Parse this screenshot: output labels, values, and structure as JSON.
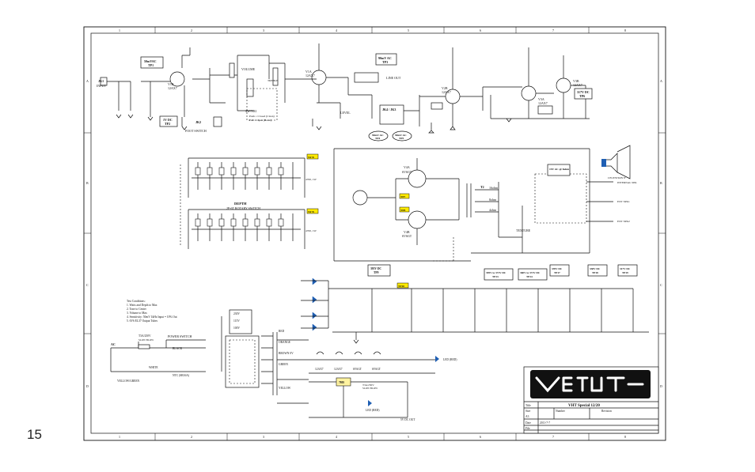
{
  "page_number": "15",
  "frame": {
    "col_labels_top": [
      "1",
      "2",
      "3",
      "4",
      "5",
      "6",
      "7",
      "8"
    ],
    "col_labels_bottom": [
      "1",
      "2",
      "3",
      "4",
      "5",
      "6",
      "7",
      "8"
    ],
    "row_labels": [
      "A",
      "B",
      "C",
      "D"
    ]
  },
  "title_block": {
    "title_label": "Title",
    "title": "VHT Special 12/20",
    "size_label": "Size",
    "size": "A3",
    "number_label": "Number",
    "revision_label": "Revision",
    "date_label": "Date",
    "date": "2011-7-7",
    "file_label": "File",
    "logo_text": "VHT"
  },
  "preamp": {
    "input_jack": "JK1",
    "input_label": "INPUT",
    "tp1": "50mVAC",
    "tp1_id": "TP1",
    "v1b": "V1B",
    "v1b_type": "12AX7",
    "tp2_volt": "1V DC",
    "tp2_id": "TP2",
    "volume_label": "VOLUME",
    "treble_label": "TREBLE",
    "foot_switch": "FOOT SWITCH",
    "jk2": "JK2",
    "relay_note_1": "Push = Closed (Clean)",
    "relay_note_2": "Pull = Open (Boost)",
    "sw_label": "SW/VR1",
    "v1a": "V1A",
    "v1a_type": "12AX7",
    "tp3_volt": "90mV AC",
    "tp3_id": "TP3",
    "line_out": "LINE OUT",
    "level_label": "LEVEL",
    "tp4": "TP4",
    "tp5_volt": "90mV AC",
    "tp5_id": "TP5",
    "effect_loop": "JK4 / JK3",
    "v2b": "V2B",
    "v2b_type": "12AX7",
    "v3a": "V3A",
    "v3a_type": "12AX7",
    "v3b": "V3B",
    "v3b_type": "12AX7",
    "tp6": "TP6",
    "tp6_volt": "317V DC"
  },
  "depth": {
    "title": "DEPTH",
    "subtitle": "2P-6T ROTARY SWITCH",
    "nfb_top": "NF B",
    "nfb_bot": "NF B",
    "r_top": "4700, 1W",
    "r_bot": "4700, 1W"
  },
  "power_amp": {
    "v4a": "V4A",
    "v4b": "V4B",
    "v4_type": "6V6GT",
    "tp7": "TP7",
    "tp8": "TP8",
    "t2_label": "T2",
    "ohm_16": "16ohm",
    "ohm_8": "8ohm",
    "ohm_4": "4ohm",
    "texture": "TEXTURE",
    "speaker_ac": "19V AC @ 8ohm",
    "speaker": "CELESTION 8\"",
    "internal_spk": "INTERNAL SPK",
    "ext_spk1": "EXT SPK1",
    "ext_spk2": "EXT SPK2"
  },
  "power_supply": {
    "test_conditions": [
      "Test Conditions:",
      "1. Watts and Depth to Max",
      "2. Tone to Center",
      "3. Volume to Max",
      "4. Sensitivity: 50mV 1kHz Input = 10% Out",
      "5. 6V6 EL37 Output Tubes"
    ],
    "ac_label": "AC",
    "fuse": "T3A/250V",
    "fuse_note": "SLOW BLOW",
    "power_switch": "POWER SWITCH",
    "black": "BLACK",
    "white": "WHITE",
    "yellow_green": "YELLOW/GREEN",
    "ntc": "NTC (SR16A)",
    "v_230": "230V",
    "v_115": "115V",
    "v_100": "100V",
    "tp9_volt": "395V DC",
    "tp9_id": "TP9",
    "tp10": "TP10",
    "tp11_volt": "395V to 371V DC",
    "tp11_id": "TP13",
    "tp12_volt": "360V to 371V DC",
    "tp12_id": "TP14",
    "tp13_volt": "339V DC",
    "tp13_id": "TP17",
    "tp14_volt": "338V DC",
    "tp14_id": "TP18",
    "tp15_volt": "317V DC",
    "tp15_id": "TP19",
    "heater_tubes": [
      "12AX7",
      "12AX7",
      "6V6GT",
      "6V6GT"
    ],
    "ps_5v": "5V DC OUT",
    "led_red": "LED (RED)",
    "fuse2": "T3A/250V",
    "fuse2_note": "SLOW BLOW",
    "regulator": "7805",
    "orange": "ORANGE",
    "brown": "BROWN 0V",
    "red": "RED",
    "green": "GREEN",
    "yellow": "YELLOW"
  }
}
